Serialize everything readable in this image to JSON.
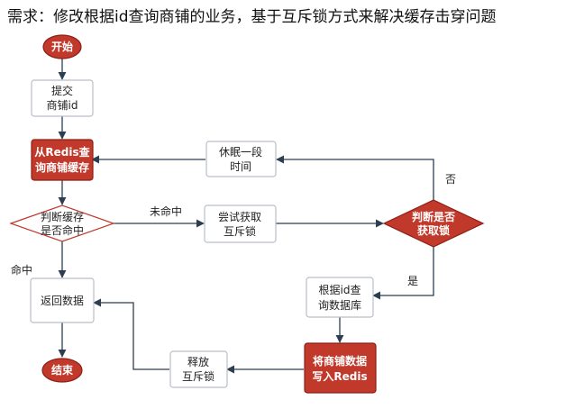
{
  "title": "需求：修改根据id查询商铺的业务，基于互斥锁方式来解决缓存击穿问题",
  "nodes": {
    "start": [
      "开始"
    ],
    "submit": [
      "提交",
      "商铺id"
    ],
    "query_redis": [
      "从Redis查",
      "询商铺缓存"
    ],
    "sleep": [
      "休眠一段",
      "时间"
    ],
    "hit_check": [
      "判断缓存",
      "是否命中"
    ],
    "try_lock": [
      "尝试获取",
      "互斥锁"
    ],
    "lock_check": [
      "判断是否",
      "获取锁"
    ],
    "return": [
      "返回数据"
    ],
    "query_db": [
      "根据id查",
      "询数据库"
    ],
    "write_redis": [
      "将商铺数据",
      "写入Redis"
    ],
    "release": [
      "释放",
      "互斥锁"
    ],
    "end": [
      "结束"
    ]
  },
  "edges": {
    "miss": "未命中",
    "hit": "命中",
    "no": "否",
    "yes": "是"
  }
}
